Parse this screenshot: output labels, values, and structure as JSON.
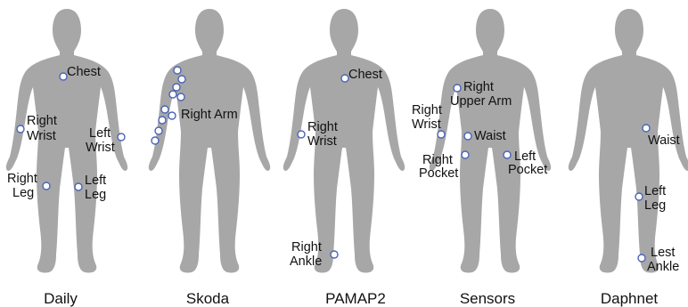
{
  "colors": {
    "body": "#a7a7a7",
    "sensor_stroke": "#4a64b8",
    "sensor_fill": "#ffffff",
    "text": "#111111"
  },
  "figures": [
    {
      "caption": "Daily",
      "labels": [
        [
          "Chest"
        ],
        [
          "Right",
          "Wrist"
        ],
        [
          "Left",
          "Wrist"
        ],
        [
          "Right",
          "Leg"
        ],
        [
          "Left",
          "Leg"
        ]
      ]
    },
    {
      "caption": "Skoda",
      "labels": [
        [
          "Right Arm"
        ]
      ]
    },
    {
      "caption": "PAMAP2",
      "labels": [
        [
          "Chest"
        ],
        [
          "Right",
          "Wrist"
        ],
        [
          "Right",
          "Ankle"
        ]
      ]
    },
    {
      "caption": "Sensors",
      "labels": [
        [
          "Right",
          "Upper Arm"
        ],
        [
          "Right",
          "Wrist"
        ],
        [
          "Waist"
        ],
        [
          "Right",
          "Pocket"
        ],
        [
          "Left",
          "Pocket"
        ]
      ]
    },
    {
      "caption": "Daphnet",
      "labels": [
        [
          "Waist"
        ],
        [
          "Left",
          "Leg"
        ],
        [
          "Lest",
          "Ankle"
        ]
      ]
    }
  ]
}
